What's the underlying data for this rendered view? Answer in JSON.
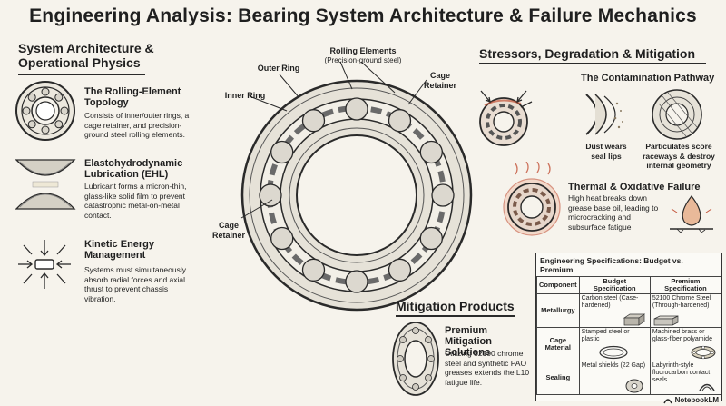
{
  "title": "Engineering Analysis: Bearing System Architecture & Failure Mechanics",
  "left": {
    "heading_line1": "System Architecture &",
    "heading_line2": "Operational Physics",
    "items": [
      {
        "title": "The Rolling-Element Topology",
        "text": "Consists of inner/outer rings, a cage retainer, and precision-ground steel rolling elements."
      },
      {
        "title": "Elastohydrodynamic Lubrication (EHL)",
        "text": "Lubricant forms a micron-thin, glass-like solid film to prevent catastrophic metal-on-metal contact."
      },
      {
        "title": "Kinetic Energy Management",
        "text": "Systems must simultaneously absorb radial forces and axial thrust to prevent chassis vibration."
      }
    ]
  },
  "center": {
    "labels": {
      "rolling_elements": "Rolling Elements",
      "rolling_elements_sub": "(Precision-ground steel)",
      "outer_ring": "Outer Ring",
      "cage_retainer_top_1": "Cage",
      "cage_retainer_top_2": "Retainer",
      "inner_ring": "Inner Ring",
      "cage_retainer_bottom_1": "Cage",
      "cage_retainer_bottom_2": "Retainer"
    }
  },
  "mitigation": {
    "heading": "Mitigation Products",
    "title": "Premium Mitigation Solutions",
    "text": "Utilizing 52100 chrome steel and synthetic PAO greases extends the L10 fatigue life."
  },
  "right": {
    "heading": "Stressors, Degradation & Mitigation",
    "contamination": {
      "title": "The Contamination Pathway",
      "caption1": "Dust wears seal lips",
      "caption2": "Particulates score raceways & destroy internal geometry"
    },
    "thermal": {
      "title": "Thermal & Oxidative Failure",
      "text": "High heat breaks down grease base oil, leading to microcracking and subsurface fatigue"
    }
  },
  "spec_table": {
    "title": "Engineering Specifications: Budget vs. Premium",
    "headers": [
      "Component",
      "Budget Specification",
      "Premium Specification"
    ],
    "rows": [
      {
        "component": "Metallurgy",
        "budget": "Carbon steel (Case-hardened)",
        "premium": "52100 Chrome Steel (Through-hardened)"
      },
      {
        "component": "Cage Material",
        "budget": "Stamped steel or plastic",
        "premium": "Machined brass or glass-fiber polyamide"
      },
      {
        "component": "Sealing",
        "budget": "Metal shields (22 Gap)",
        "premium": "Labyrinth-style fluorocarbon contact seals"
      }
    ]
  },
  "watermark": "NotebookLM"
}
